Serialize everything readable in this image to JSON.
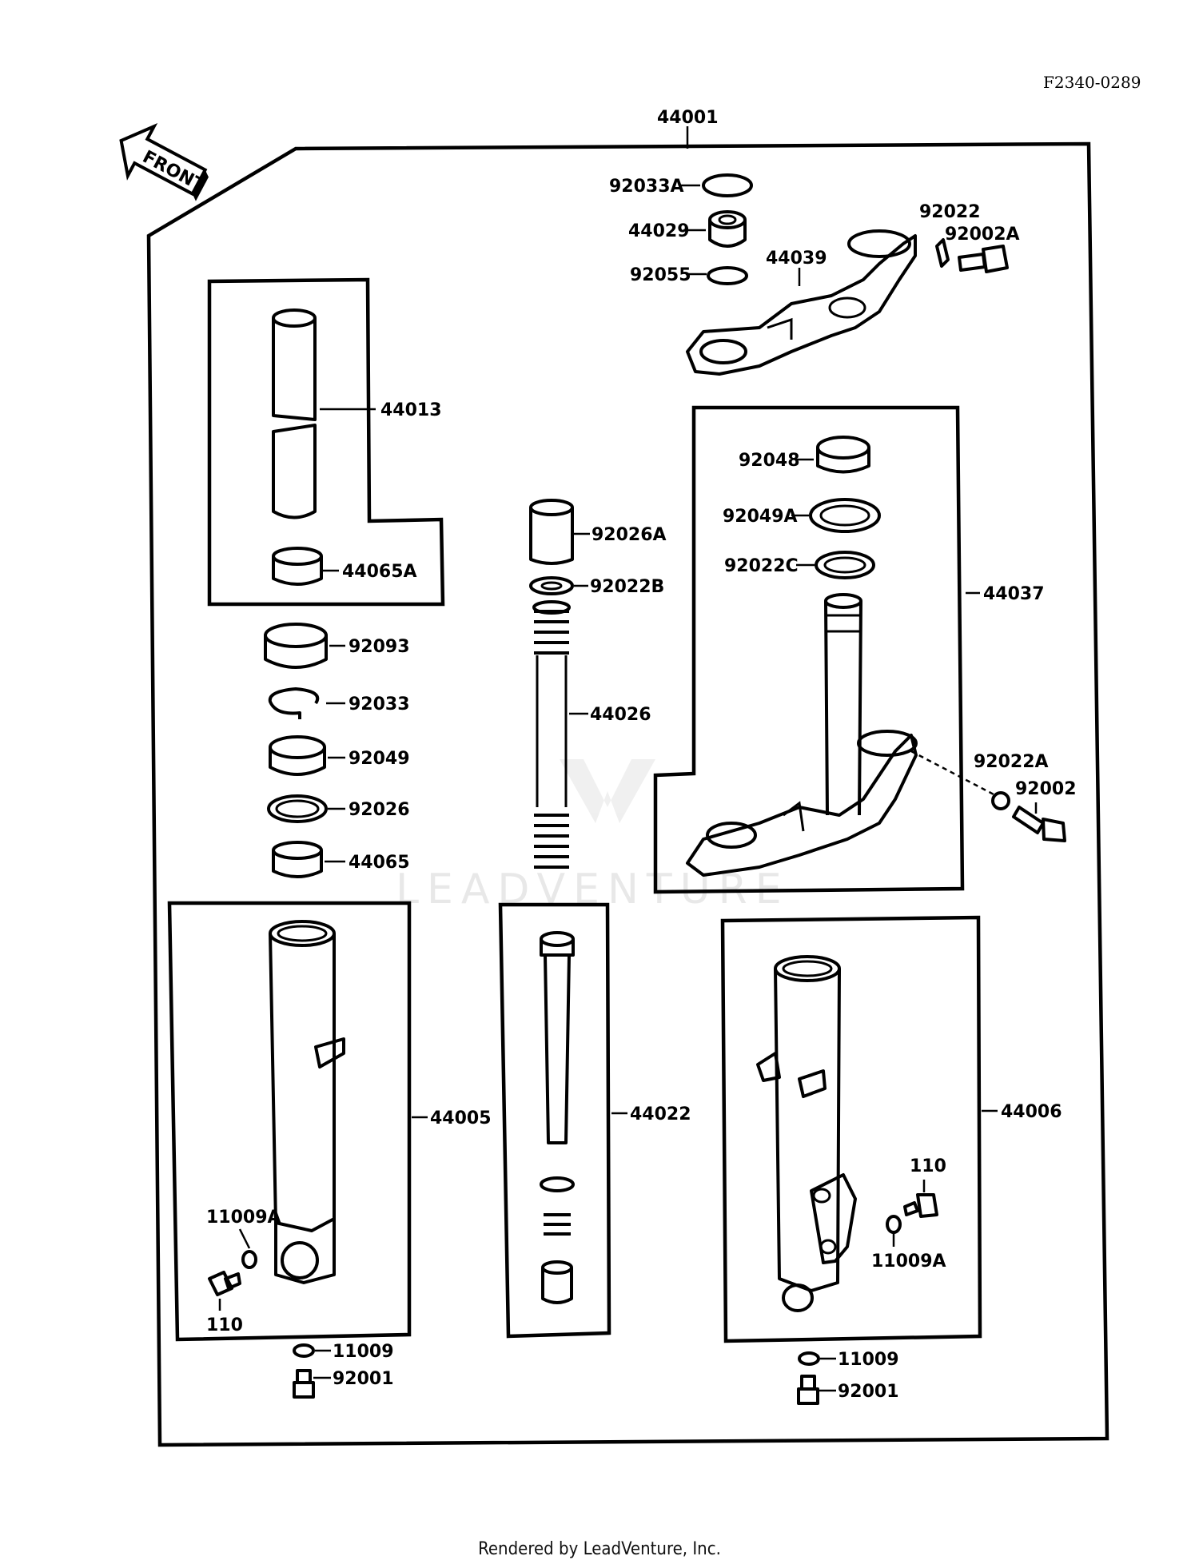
{
  "diagram_code": "F2340-0289",
  "footer": "Rendered by LeadVenture, Inc.",
  "front_arrow": "FRONT",
  "watermark": "LEADVENTURE",
  "parts": {
    "p44001": "44001",
    "p92033A": "92033A",
    "p44029": "44029",
    "p92055": "92055",
    "p44039": "44039",
    "p92022": "92022",
    "p92002A": "92002A",
    "p44013": "44013",
    "p44065A": "44065A",
    "p92026A": "92026A",
    "p92022B": "92022B",
    "p44026": "44026",
    "p92048": "92048",
    "p92049A": "92049A",
    "p92022C": "92022C",
    "p44037": "44037",
    "p92022A": "92022A",
    "p92002": "92002",
    "p92093": "92093",
    "p92033": "92033",
    "p92049": "92049",
    "p92026": "92026",
    "p44065": "44065",
    "p44005": "44005",
    "p44022": "44022",
    "p44006": "44006",
    "p11009A_l": "11009A",
    "p110_l": "110",
    "p11009_l": "11009",
    "p92001_l": "92001",
    "p110_r": "110",
    "p11009A_r": "11009A",
    "p11009_r": "11009",
    "p92001_r": "92001"
  }
}
